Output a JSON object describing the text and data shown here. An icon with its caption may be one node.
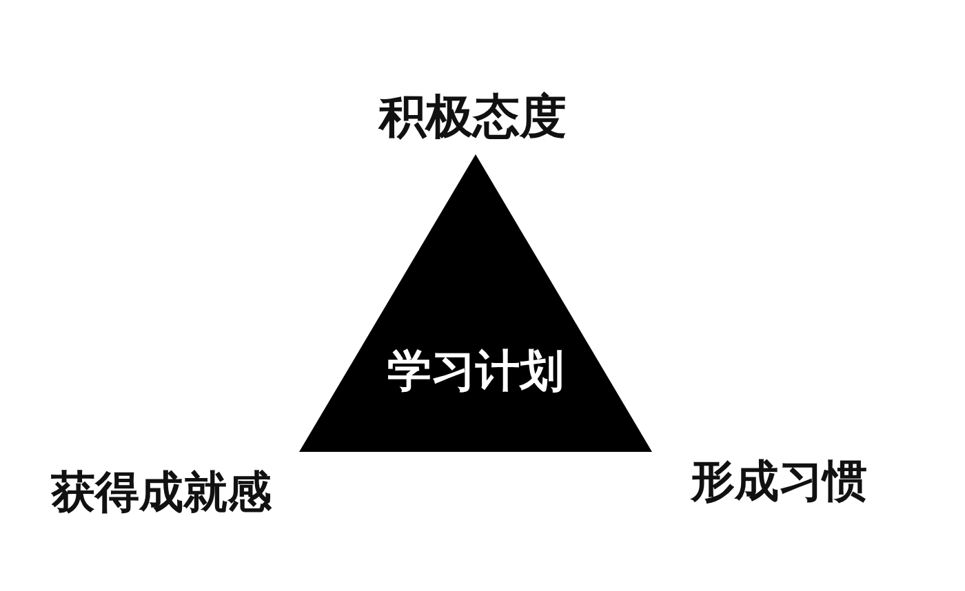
{
  "diagram": {
    "nodes": [
      {
        "text": [
          "学习计划"
        ]
      }
    ],
    "labels": [
      "积极态度",
      "获得成就感",
      "形成习惯"
    ]
  }
}
